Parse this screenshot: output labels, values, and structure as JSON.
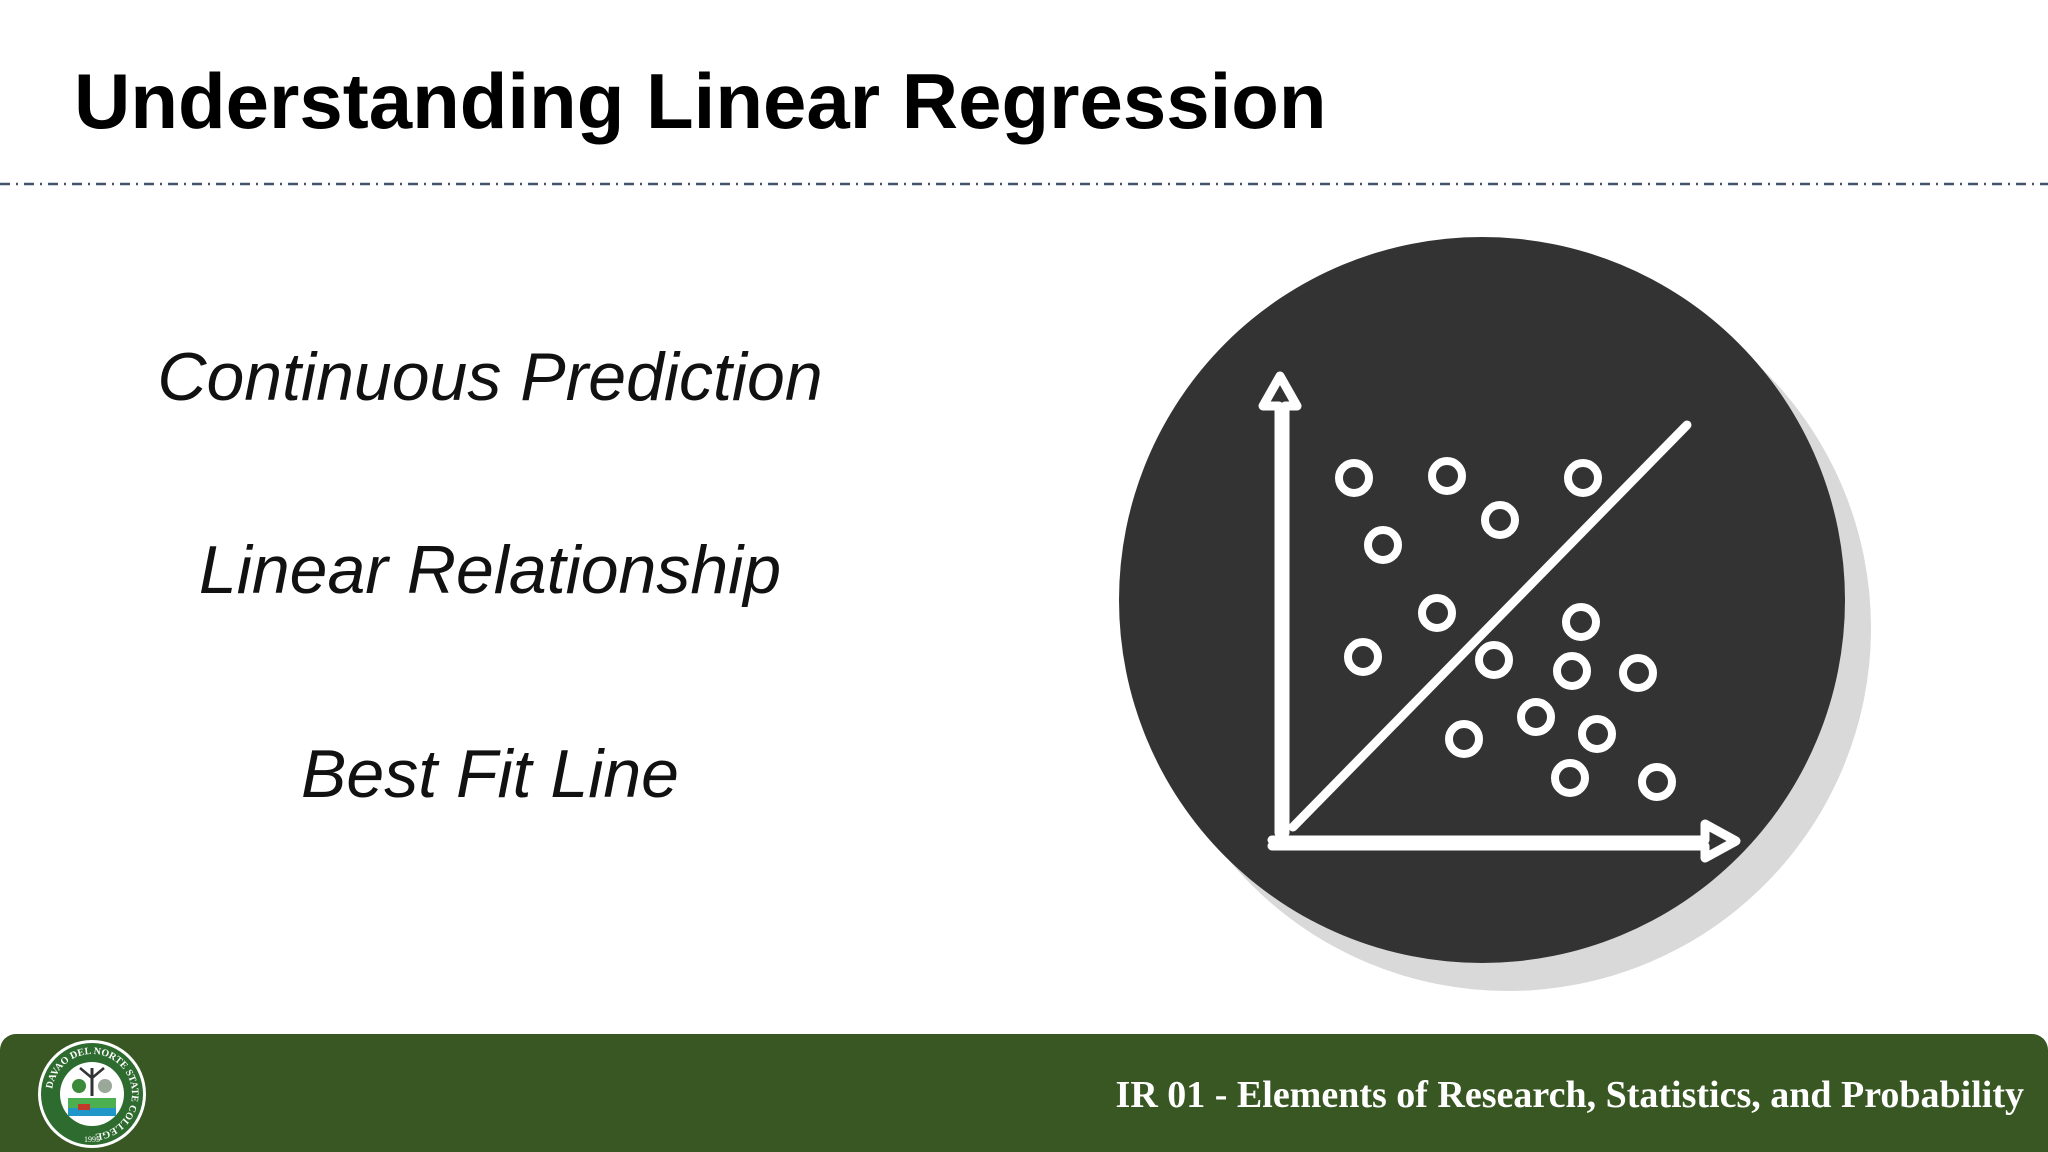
{
  "slide": {
    "title": "Understanding Linear Regression"
  },
  "bullets": [
    "Continuous Prediction",
    "Linear Relationship",
    "Best Fit Line"
  ],
  "illustration": {
    "icon": "scatter-plot-regression-icon",
    "circle_color": "#333333",
    "shadow_color": "#d9d9d9",
    "stroke_color": "#ffffff"
  },
  "footer": {
    "course_title": "IR 01 - Elements of Research, Statistics, and Probability",
    "background_color": "#385723",
    "seal": {
      "icon": "college-seal-logo",
      "ring_text": "DAVAO DEL NORTE STATE COLLEGE",
      "year": "1995"
    }
  }
}
